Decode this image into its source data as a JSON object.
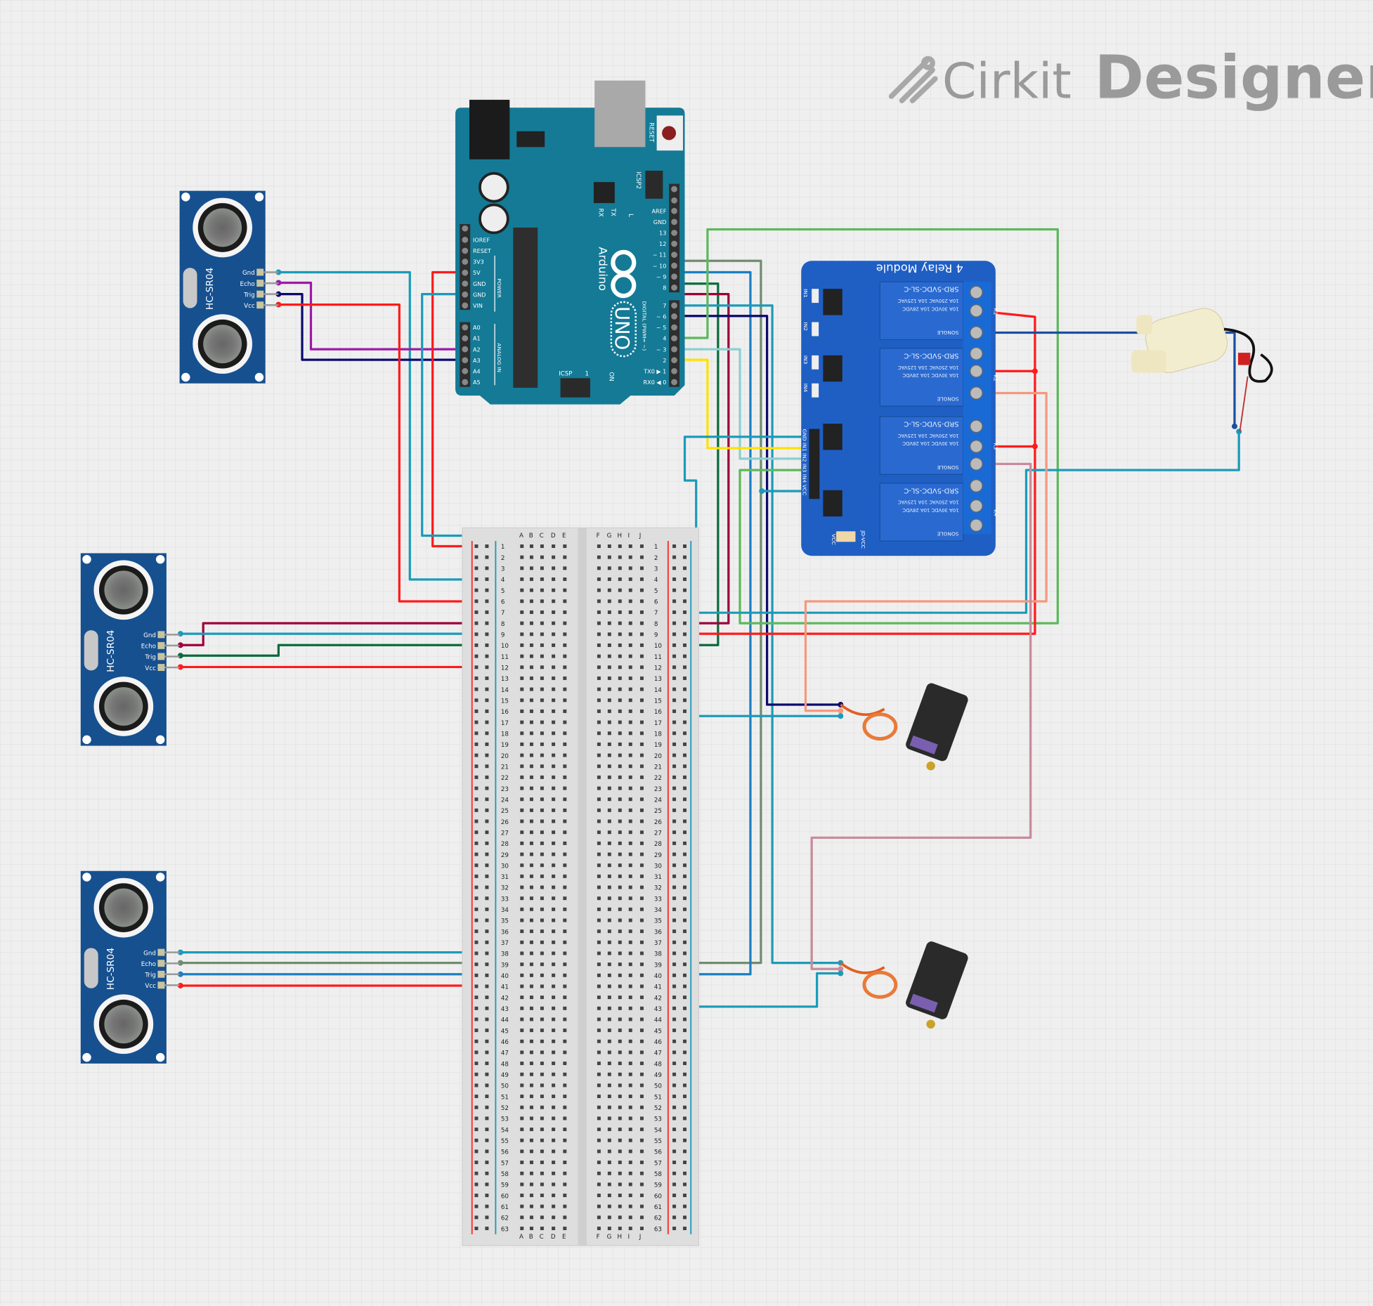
{
  "logo": {
    "brand": "Cirkit",
    "product": "Designer",
    "text_color": "#9a9a9a"
  },
  "sensors": [
    {
      "label": "HC-SR04",
      "pins": [
        "Gnd",
        "Echo",
        "Trig",
        "Vcc"
      ]
    },
    {
      "label": "HC-SR04",
      "pins": [
        "Gnd",
        "Echo",
        "Trig",
        "Vcc"
      ]
    },
    {
      "label": "HC-SR04",
      "pins": [
        "Gnd",
        "Echo",
        "Trig",
        "Vcc"
      ]
    }
  ],
  "arduino": {
    "brand": "Arduino",
    "model": "UNO",
    "reset": "RESET",
    "icsp": "ICSP",
    "icsp2": "ICSP2",
    "icsp_pin1": "1",
    "leds": [
      "RX",
      "TX",
      "L",
      "ON"
    ],
    "power_group": "POWER",
    "analog_group": "ANALOG IN",
    "digital_group": "DIGITAL (PWM= ~)",
    "power_pins": [
      "IOREF",
      "RESET",
      "3V3",
      "5V",
      "GND",
      "GND",
      "VIN"
    ],
    "analog_pins": [
      "A0",
      "A1",
      "A2",
      "A3",
      "A4",
      "A5"
    ],
    "digital_pins_top": [
      "AREF",
      "GND",
      "13",
      "12",
      "~ 11",
      "~ 10",
      "~ 9",
      "8"
    ],
    "digital_pins_bottom": [
      "7",
      "~ 6",
      "~ 5",
      "4",
      "~ 3",
      "2",
      "TX0 ▶ 1",
      "RX0 ◀ 0"
    ],
    "color": "#147a96"
  },
  "breadboard": {
    "columns_left": [
      "A",
      "B",
      "C",
      "D",
      "E"
    ],
    "columns_right": [
      "F",
      "G",
      "H",
      "I",
      "J"
    ],
    "rows": 63
  },
  "relay": {
    "title": "4 Relay Module",
    "relay_model": "SRD-5VDC-SL-C",
    "rating_ac": "10A 250VAC  10A 125VAC",
    "rating_dc": "10A 30VDC  10A 28VDC",
    "maker": "SONGLE",
    "inputs": [
      "IN1",
      "IN2",
      "IN3",
      "IN4"
    ],
    "header": "GND IN1 IN2 IN3 IN4 VCC",
    "terminals": [
      "K1",
      "K2",
      "K3",
      "K4"
    ],
    "jumper_left": "VCC",
    "jumper_right": "JD-VCC",
    "color": "#1f5fc4"
  },
  "wire_colors": {
    "teal": "#1b9bb8",
    "red": "#ff1a1a",
    "purple": "#9b1aa8",
    "navy": "#0b0b6e",
    "graygreen": "#6f8c70",
    "blue": "#1a7fc2",
    "darkgreen": "#0a6a3c",
    "maroon": "#9e0039",
    "green": "#5cb85c",
    "lightteal": "#8dcfd0",
    "yellow": "#ffe100",
    "salmon": "#f5987e",
    "pink": "#c98b9b",
    "pumpblue": "#1a4fa2"
  }
}
